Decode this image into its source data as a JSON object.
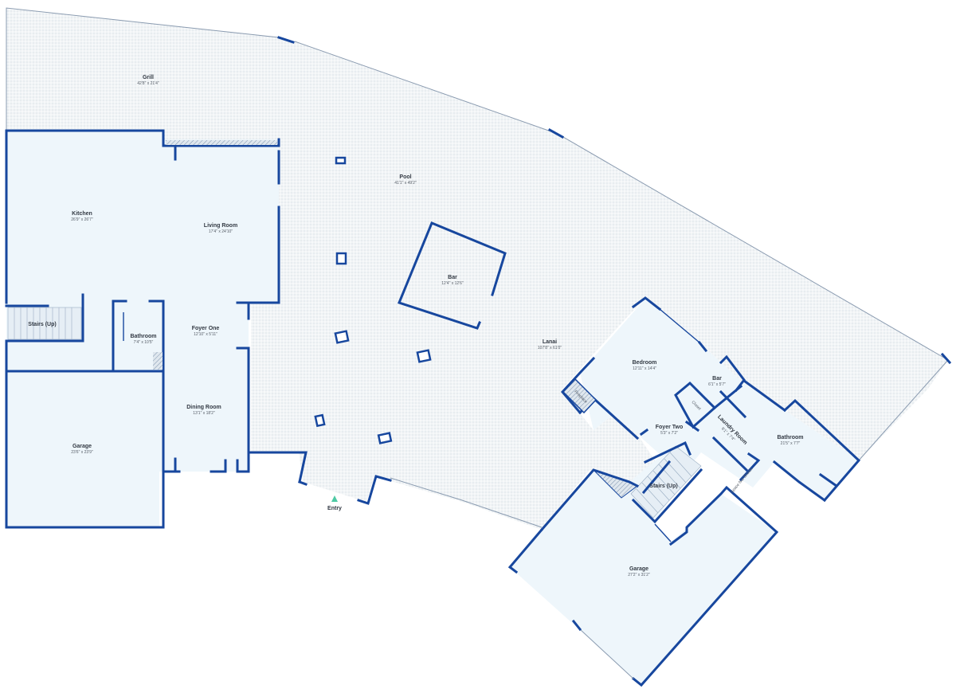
{
  "colors": {
    "wall": "#17479e",
    "room_fill": "#eef6fb",
    "outdoor_fill": "#f7f9fa",
    "outdoor_dot": "#d4dbe1",
    "entry_marker": "#4ec9a4",
    "label": "#333a44"
  },
  "rooms": {
    "grill": {
      "name": "Grill",
      "dims": "42'8\" x 21'4\""
    },
    "pool": {
      "name": "Pool",
      "dims": "41'1\" x 49'2\""
    },
    "kitchen": {
      "name": "Kitchen",
      "dims": "26'9\" x 26'7\""
    },
    "living_room": {
      "name": "Living Room",
      "dims": "17'4\" x 24'10\""
    },
    "bar_main": {
      "name": "Bar",
      "dims": "12'4\" x 12'6\""
    },
    "stairs_up_left": {
      "name": "Stairs (Up)"
    },
    "bathroom_left": {
      "name": "Bathroom",
      "dims": "7'4\" x 10'5\""
    },
    "foyer_one": {
      "name": "Foyer One",
      "dims": "12'10\" x 5'11\""
    },
    "lanai": {
      "name": "Lanai",
      "dims": "107'8\" x 61'0\""
    },
    "bedroom": {
      "name": "Bedroom",
      "dims": "12'11\" x 14'4\""
    },
    "bar_right": {
      "name": "Bar",
      "dims": "6'1\" x 5'7\""
    },
    "fireplace": {
      "name": "Fireplace"
    },
    "closet": {
      "name": "Closet"
    },
    "dining_room": {
      "name": "Dining Room",
      "dims": "13'1\" x 18'2\""
    },
    "foyer_two": {
      "name": "Foyer Two",
      "dims": "5'3\" x 7'2\""
    },
    "laundry_room": {
      "name": "Laundry Room",
      "dims": "8'1\" x 7'4\""
    },
    "bathroom_right": {
      "name": "Bathroom",
      "dims": "21'5\" x 7'7\""
    },
    "garage_left": {
      "name": "Garage",
      "dims": "23'6\" x 23'9\""
    },
    "stairs_up_right": {
      "name": "Stairs (Up)"
    },
    "space_not_shown": {
      "name": "Space Not Shown"
    },
    "entry": {
      "name": "Entry"
    },
    "garage_right": {
      "name": "Garage",
      "dims": "27'2\" x 31'2\""
    }
  }
}
